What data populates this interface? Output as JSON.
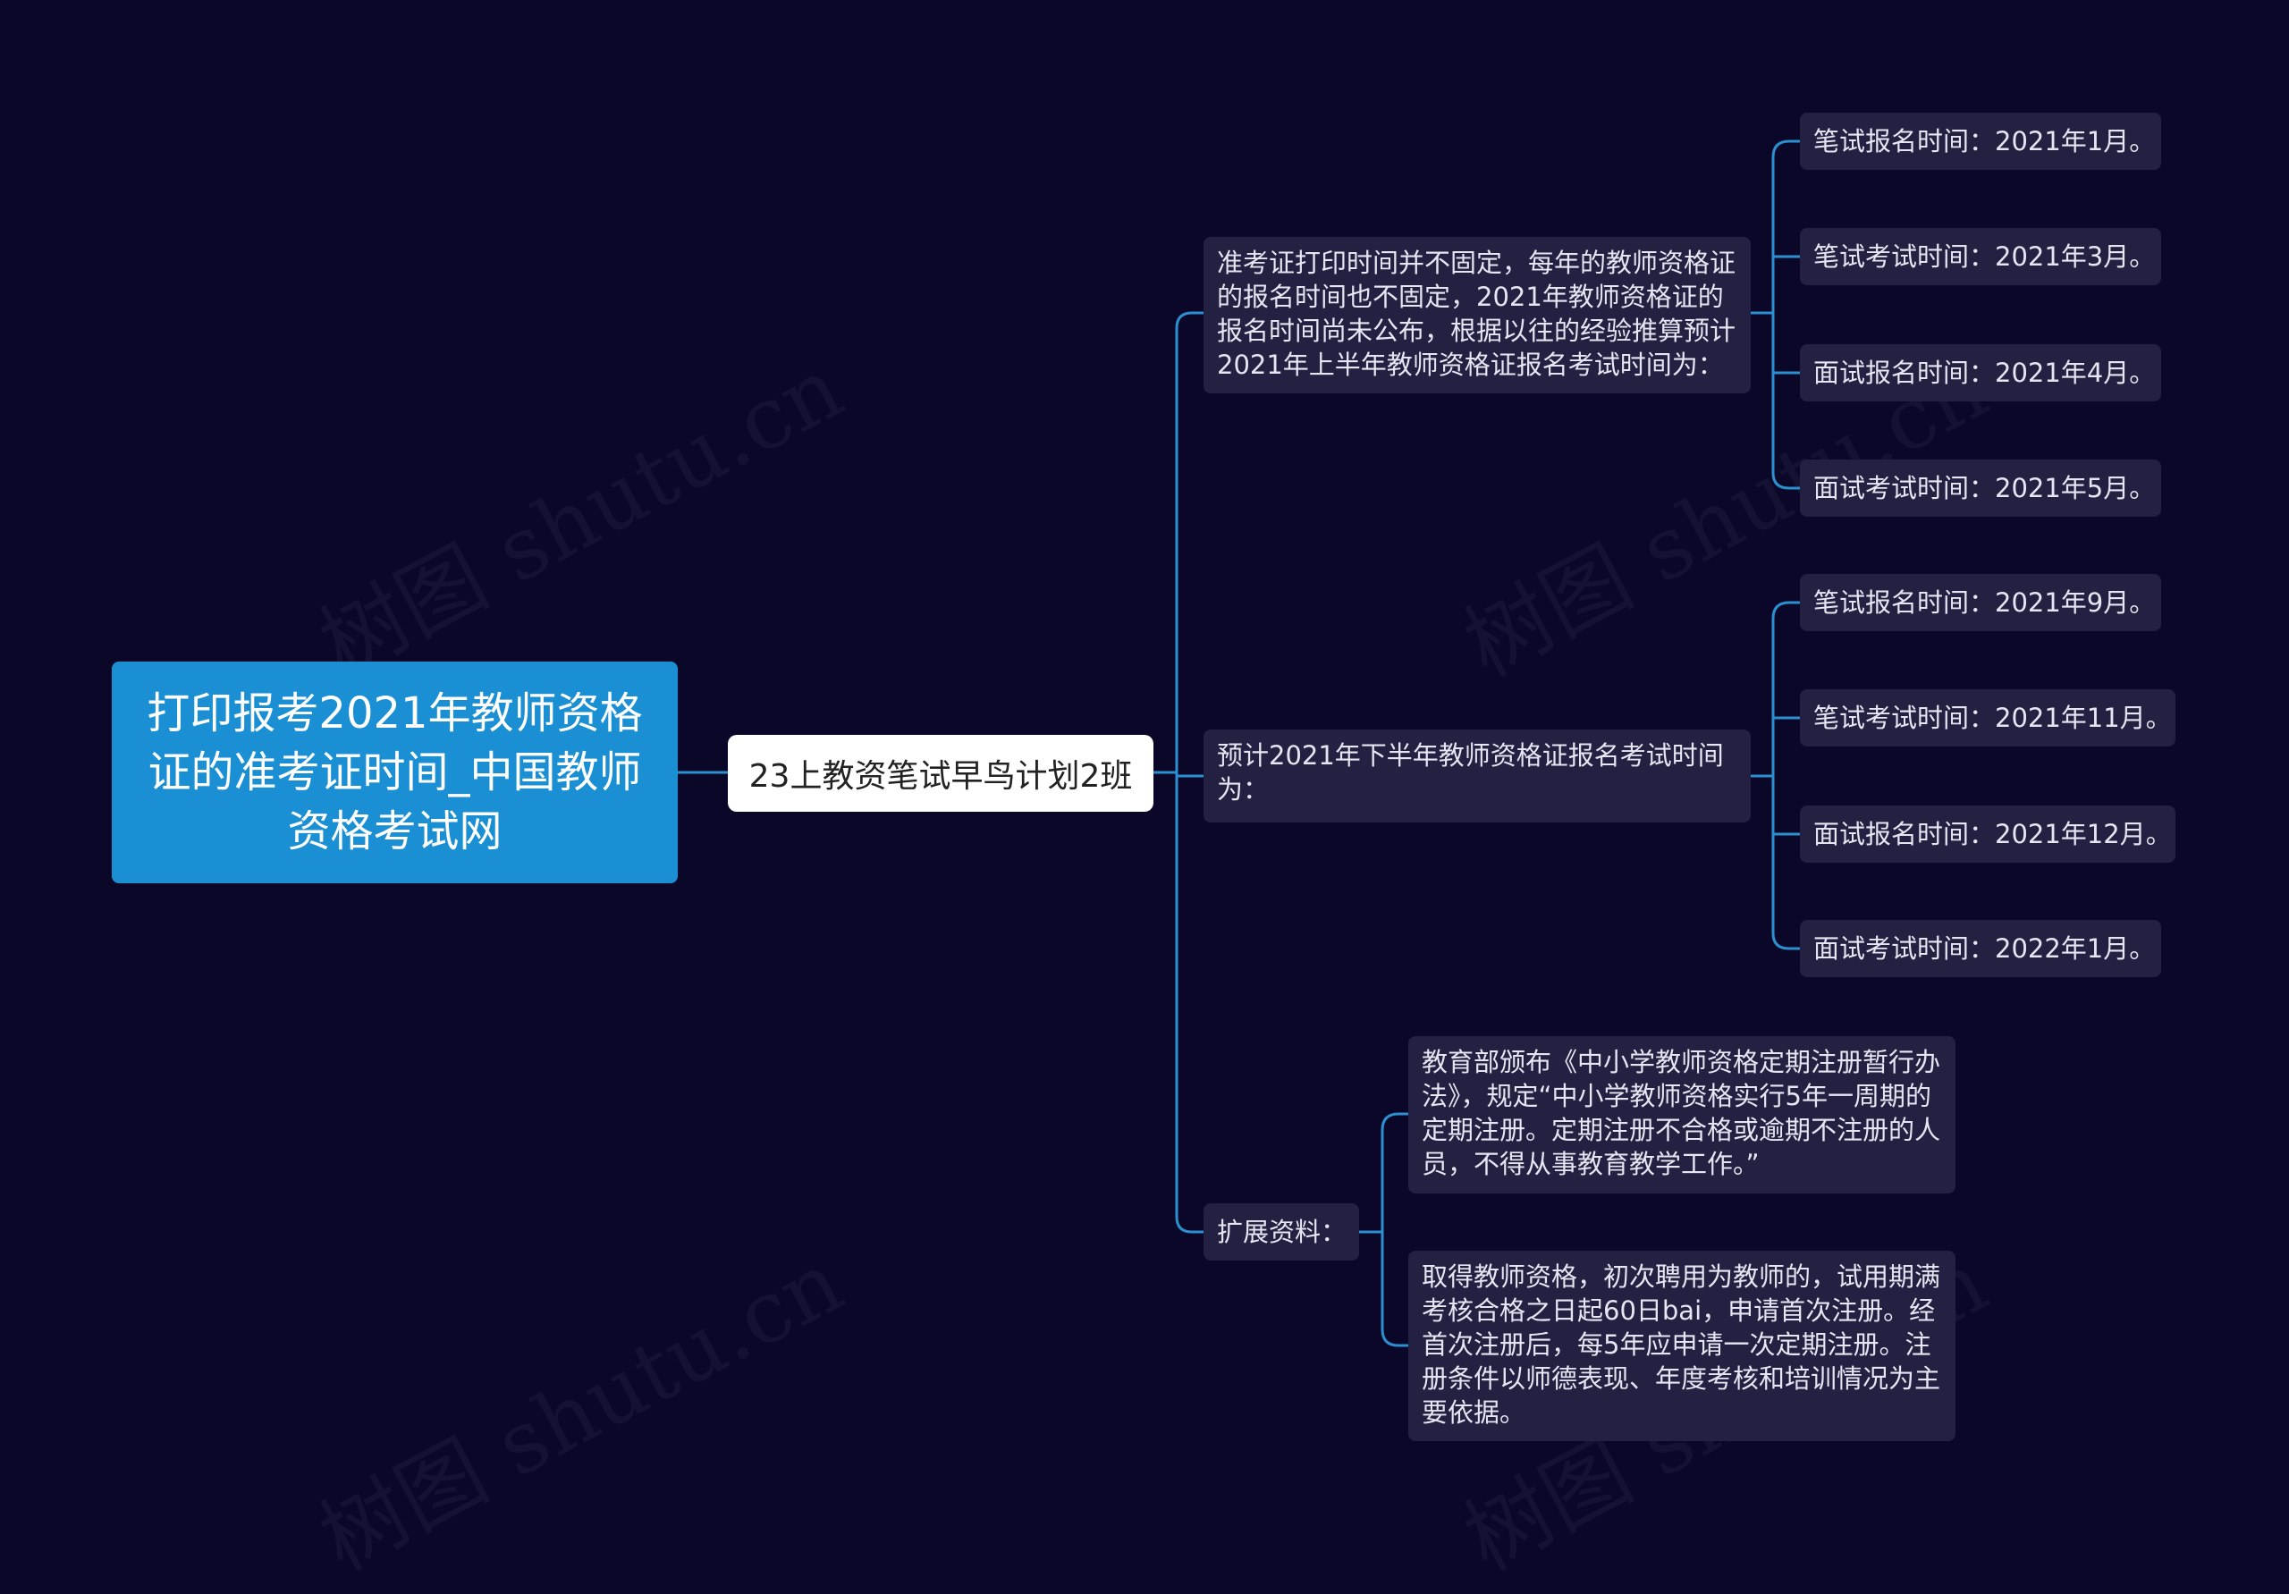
{
  "root": {
    "label": "打印报考2021年教师资格证的准考证时间_中国教师资格考试网"
  },
  "center": {
    "label": "23上教资笔试早鸟计划2班"
  },
  "branch1": {
    "text": "准考证打印时间并不固定，每年的教师资格证的报名时间也不固定，2021年教师资格证的报名时间尚未公布，根据以往的经验推算预计2021年上半年教师资格证报名考试时间为：",
    "items": [
      "笔试报名时间：2021年1月。",
      "笔试考试时间：2021年3月。",
      "面试报名时间：2021年4月。",
      "面试考试时间：2021年5月。"
    ]
  },
  "branch2": {
    "text": "预计2021年下半年教师资格证报名考试时间为：",
    "items": [
      "笔试报名时间：2021年9月。",
      "笔试考试时间：2021年11月。",
      "面试报名时间：2021年12月。",
      "面试考试时间：2022年1月。"
    ]
  },
  "branch3": {
    "text": "扩展资料：",
    "items": [
      "教育部颁布《中小学教师资格定期注册暂行办法》，规定“中小学教师资格实行5年一周期的定期注册。定期注册不合格或逾期不注册的人员，不得从事教育教学工作。”",
      "取得教师资格，初次聘用为教师的，试用期满考核合格之日起60日bai，申请首次注册。经首次注册后，每5年应申请一次定期注册。注册条件以师德表现、年度考核和培训情况为主要依据。"
    ]
  },
  "watermark": "树图 shutu.cn",
  "colors": {
    "background": "#0b0729",
    "root_fill": "#1a8fd4",
    "center_fill": "#ffffff",
    "node_fill": "#242042",
    "connector": "#2b8fd0"
  }
}
